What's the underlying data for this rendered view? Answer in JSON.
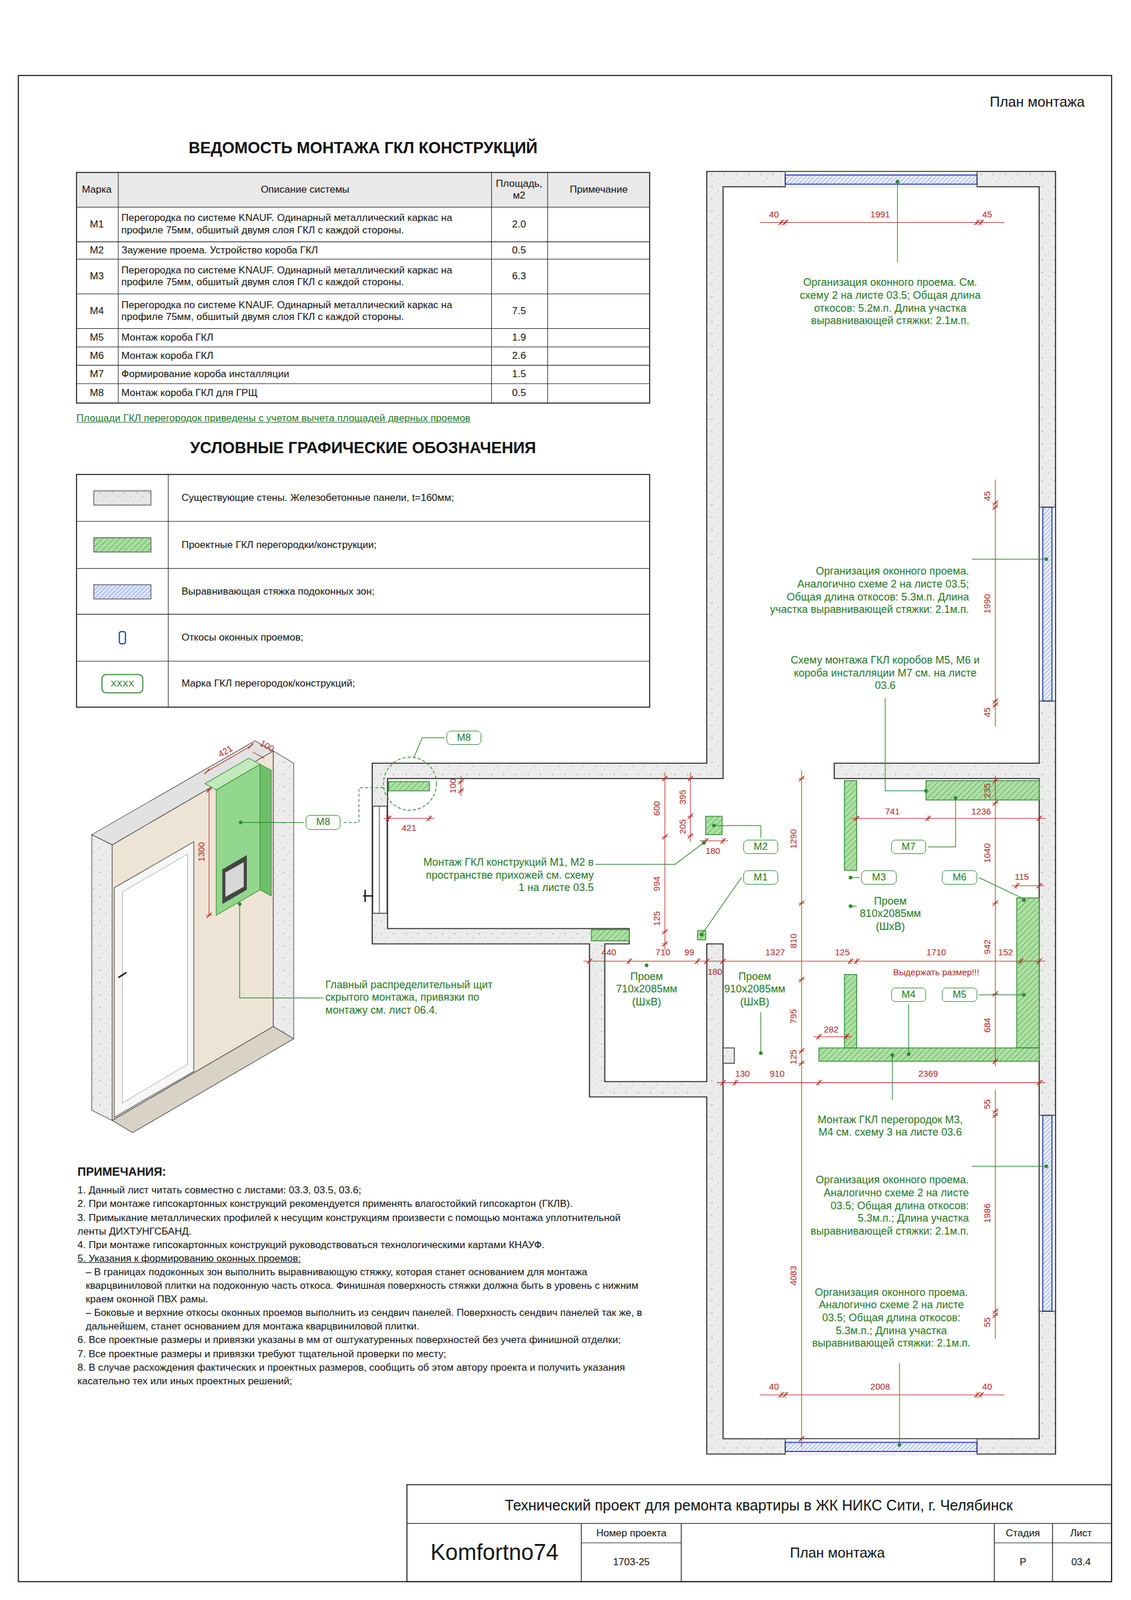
{
  "diagram": {
    "nodes": [
      {
        "text": [
          "M8"
        ]
      },
      {
        "text": [
          "M8"
        ]
      },
      {
        "text": [
          "M2"
        ]
      },
      {
        "text": [
          "M7"
        ]
      },
      {
        "text": [
          "M1"
        ]
      },
      {
        "text": [
          "M3"
        ]
      },
      {
        "text": [
          "M6"
        ]
      },
      {
        "text": [
          "M4"
        ]
      },
      {
        "text": [
          "M5"
        ]
      }
    ],
    "labels": [
      "План монтажа",
      "ВЕДОМОСТЬ МОНТАЖА ГКЛ КОНСТРУКЦИЙ",
      "Марка",
      "Описание системы",
      "Площадь, м2",
      "Примечание",
      "M1",
      "Перегородка по системе KNAUF. Одинарный металлический каркас на профиле 75мм, обшитый двумя слоя ГКЛ с каждой стороны.",
      "2.0",
      "M2",
      "Заужение проема. Устройство короба ГКЛ",
      "0.5",
      "M3",
      "Перегородка по системе KNAUF. Одинарный металлический каркас на профиле 75мм, обшитый двумя слоя ГКЛ с каждой стороны.",
      "6.3",
      "M4",
      "Перегородка по системе KNAUF. Одинарный металлический каркас на профиле 75мм, обшитый двумя слоя ГКЛ с каждой стороны.",
      "7.5",
      "M5",
      "Монтаж короба ГКЛ",
      "1.9",
      "M6",
      "Монтаж короба ГКЛ",
      "2.6",
      "M7",
      "Формирование короба инсталляции",
      "1.5",
      "M8",
      "Монтаж короба ГКЛ для ГРЩ",
      "0.5",
      "Площади ГКЛ перегородок приведены с учетом вычета площадей дверных проемов",
      "УСЛОВНЫЕ ГРАФИЧЕСКИЕ ОБОЗНАЧЕНИЯ",
      "XXXX",
      "421",
      "100",
      "1300",
      "Главный распределительный щит скрытого монтажа, привязки по монтажу см. лист 06.4.",
      "40",
      "1991",
      "45",
      "Организация оконного проема. См. схему 2 на листе 03.5; Общая длина откосов: 5.2м.п. Длина участка выравнивающей стяжки: 2.1м.п.",
      "45",
      "1990",
      "45",
      "Организация оконного проема. Аналогично схеме 2 на листе 03.5; Общая длина откосов: 5.3м.п. Длина участка выравнивающей стяжки: 2.1м.п.",
      "Схему монтажа ГКЛ коробов M5, M6 и короба инсталляции M7 см. на листе 03.6",
      "100",
      "421",
      "600",
      "395",
      "205",
      "994",
      "180",
      "125",
      "Монтаж ГКЛ конструкций M1, M2 в пространстве прихожей см. схему 1 на листе 03.5",
      "440",
      "710",
      "99",
      "180",
      "Проем 710х2085мм (ШхВ)",
      "Проем 910х2085мм (ШхВ)",
      "1290",
      "810",
      "795",
      "125",
      "1327",
      "125",
      "1710",
      "152",
      "Выдержать размер!!!",
      "741",
      "1236",
      "235",
      "1040",
      "942",
      "684",
      "115",
      "Проем 810х2085мм (ШхВ)",
      "282",
      "130",
      "910",
      "2369",
      "Монтаж ГКЛ перегородок M3, M4 см. схему 3 на листе 03.6",
      "55",
      "1986",
      "55",
      "Организация оконного проема. Аналогично схеме 2 на листе 03.5; Общая длина откосов: 5.3м.п.; Длина участка выравнивающей стяжки: 2.1м.п.",
      "Организация оконного проема. Аналогично схеме 2 на листе 03.5; Общая длина откосов: 5.3м.п.; Длина участка выравнивающей стяжки: 2.1м.п.",
      "4083",
      "40",
      "2008",
      "40",
      "ПРИМЕЧАНИЯ:",
      "1. Данный лист читать совместно с листами: 03.3, 03.5, 03.6;",
      "2. При монтаже гипсокартонных конструкций рекомендуется применять влагостойкий гипсокартон (ГКЛВ).",
      "3. Примыкание металлических профилей к несущим конструкциям произвести с помощью монтажа уплотнительной ленты ДИХТУНГСБАНД.",
      "4. При монтаже гипсокартонных конструкций руководствоваться технологическими картами КНАУФ.",
      "5. Указания к формированию оконных проемов:",
      "– В границах подоконных зон выполнить выравнивающую стяжку, которая станет основанием для монтажа кварцвиниловой плитки на подоконную часть откоса. Финишная поверхность стяжки должна быть в уровень с нижним краем оконной ПВХ рамы.",
      "– Боковые и верхние откосы оконных проемов выполнить из сендвич панелей. Поверхность сендвич панелей так же, в дальнейшем, станет основанием для монтажа кварцвиниловой плитки.",
      "6. Все проектные размеры и привязки указаны в мм от оштукатуренных поверхностей без учета финишной отделки;",
      "7. Все проектные размеры и привязки требуют тщательной проверки по месту;",
      "8. В случае расхождения фактических и проектных размеров, сообщить об этом автору проекта и получить указания касательно тех или иных проектных решений;",
      "Технический проект для ремонта квартиры в ЖК НИКС Сити, г. Челябинск",
      "Komfortno74",
      "Номер проекта",
      "1703-25",
      "План монтажа",
      "Стадия",
      "Р",
      "Лист",
      "03.4"
    ],
    "legend": [
      {
        "text": "Существующие стены. Железобетонные панели, t=160мм;",
        "color": "#e6e6e6"
      },
      {
        "text": "Проектные ГКЛ перегородки/конструкции;",
        "color": "#a9dea0"
      },
      {
        "text": "Выравнивающая стяжка подоконных зон;",
        "color": "#dce5ff"
      },
      {
        "text": "Откосы оконных проемов;"
      },
      {
        "text": "Марка ГКЛ перегородок/конструкций;"
      }
    ]
  }
}
